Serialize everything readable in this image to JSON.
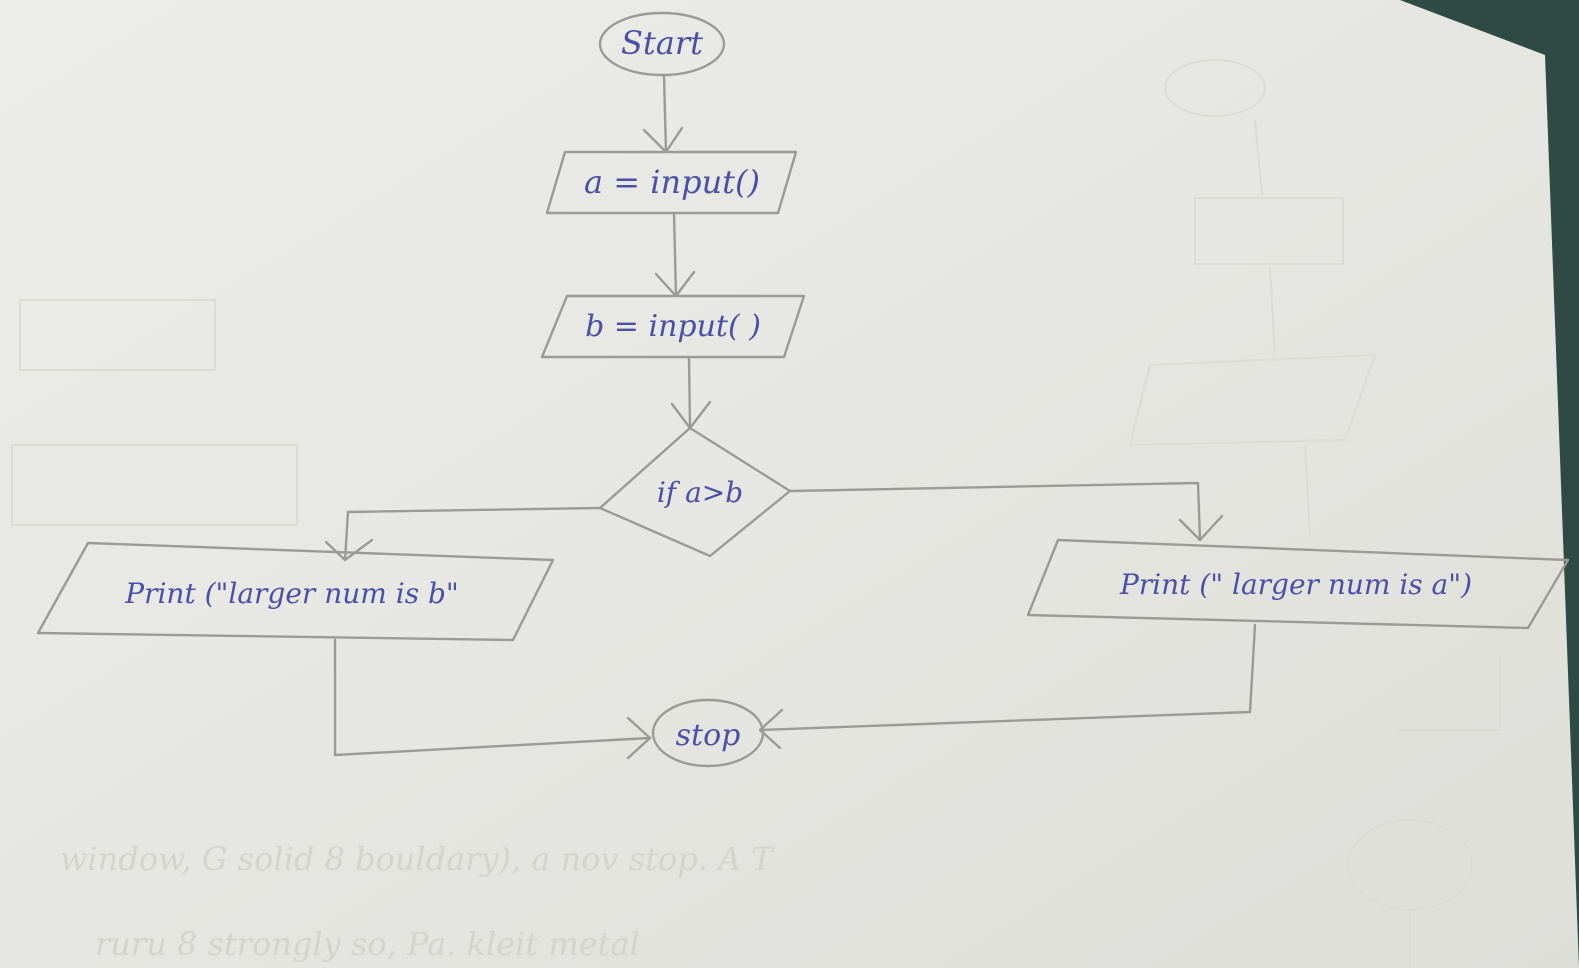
{
  "flowchart": {
    "start": "Start",
    "input_a": "a = input()",
    "input_b": "b = input( )",
    "decision": "if a>b",
    "print_b": "Print (\"larger num is b\"",
    "print_a": "Print (\" larger num is a\")",
    "stop": "stop"
  },
  "background_writing": {
    "lines": [
      "window, G solid 8 bouldary), a nov stop. A  T",
      "ruru 8 strongly so, Pa. kleit metal"
    ]
  },
  "colors": {
    "paper": "#ebebe7",
    "pencil": "#9a9a96",
    "ink": "#4a4fa8",
    "backdrop": "#2f4a44"
  }
}
